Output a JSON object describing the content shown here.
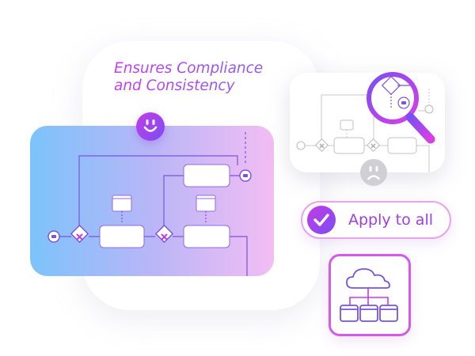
{
  "headline": {
    "line1": "Ensures Compliance",
    "line2": "and Consistency"
  },
  "apply_button": {
    "label": "Apply to all"
  },
  "icons": {
    "happy": "smiley-face-icon",
    "sad": "sad-face-icon",
    "check": "checkmark-icon",
    "search": "magnifying-glass-icon",
    "network": "cloud-network-icon"
  },
  "colors": {
    "accent_magenta": "#c43be8",
    "accent_violet": "#7b4ef3",
    "gradient_left": "#7cc3fb",
    "gradient_right": "#f3bdf3",
    "muted_gray": "#cfcfd4"
  }
}
